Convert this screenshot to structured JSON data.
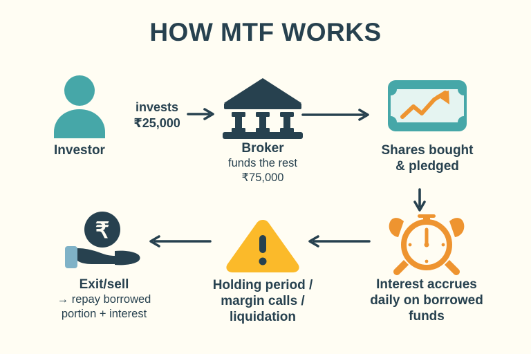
{
  "page": {
    "title": "HOW MTF WORKS",
    "background_color": "#FFFDF3"
  },
  "colors": {
    "navy": "#27414F",
    "teal": "#46A7A8",
    "teal_light": "#7FC3C4",
    "mint": "#E5F4F1",
    "orange": "#EE9430",
    "amber": "#FBBA2A",
    "steel_blue": "#7FB2C7"
  },
  "nodes": [
    {
      "id": "investor",
      "icon": "person-icon",
      "title": "Investor",
      "sub": ""
    },
    {
      "id": "broker",
      "icon": "bank-icon",
      "title": "Broker",
      "sub": "funds the rest\n₹75,000"
    },
    {
      "id": "shares",
      "icon": "share-certificate-icon",
      "title": "Shares bought\n& pledged",
      "sub": ""
    },
    {
      "id": "interest",
      "icon": "alarm-clock-icon",
      "title": "Interest accrues\ndaily on borrowed\nfunds",
      "sub": ""
    },
    {
      "id": "holding",
      "icon": "warning-triangle-icon",
      "title": "Holding period /\nmargin calls /\nliquidation",
      "sub": ""
    },
    {
      "id": "exit",
      "icon": "hand-rupee-icon",
      "title": "Exit/sell",
      "sub": "→ repay borrowed\nportion + interest"
    }
  ],
  "labels": {
    "invests": "invests\n₹25,000"
  },
  "arrows": [
    {
      "id": "arrow-investor-to-broker",
      "direction": "right"
    },
    {
      "id": "arrow-broker-to-shares",
      "direction": "right"
    },
    {
      "id": "arrow-shares-to-interest",
      "direction": "down"
    },
    {
      "id": "arrow-interest-to-holding",
      "direction": "left"
    },
    {
      "id": "arrow-holding-to-exit",
      "direction": "left"
    }
  ]
}
